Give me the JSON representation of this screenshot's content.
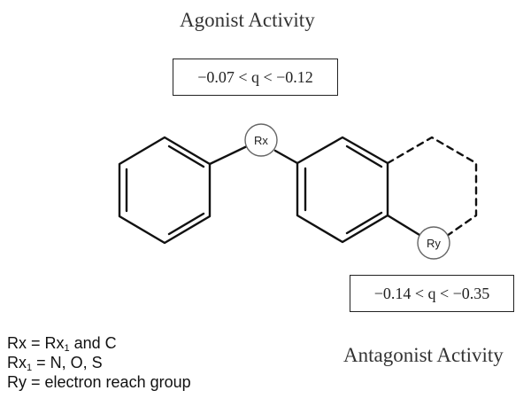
{
  "agonist": {
    "title": "Agonist Activity",
    "range": "−0.07 < q < −0.12"
  },
  "antagonist": {
    "title": "Antagonist Activity",
    "range": "−0.14 < q < −0.35"
  },
  "structure": {
    "rx_label": "Rx",
    "ry_label": "Ry"
  },
  "legend": [
    {
      "pre": "Rx = Rx",
      "sub": "1",
      "post": " and C"
    },
    {
      "pre": "Rx",
      "sub": "1",
      "post": " = N, O, S"
    },
    {
      "pre": "Ry = electron reach group",
      "sub": "",
      "post": ""
    }
  ]
}
